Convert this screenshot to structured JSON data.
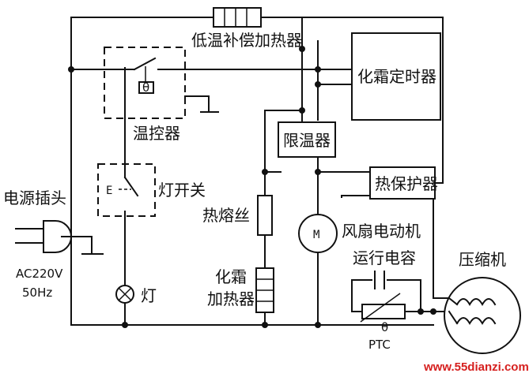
{
  "labels": {
    "low_temp_heater": "低温补偿加热器",
    "defrost_timer": "化霜定时器",
    "thermostat": "温控器",
    "temp_limiter": "限温器",
    "thermal_protector": "热保护器",
    "lamp_switch": "灯开关",
    "switch_mark": "E",
    "power_plug": "电源插头",
    "voltage": "AC220V",
    "frequency": "50Hz",
    "fuse": "热熔丝",
    "defrost_heater_line1": "化霜",
    "defrost_heater_line2": "加热器",
    "fan_motor": "风扇电动机",
    "motor_symbol": "M",
    "run_capacitor": "运行电容",
    "compressor": "压缩机",
    "ptc": "PTC",
    "lamp": "灯",
    "theta_1": "θ",
    "theta_2": "θ"
  },
  "watermark": "www.55dianzi.com",
  "colors": {
    "line": "#111111",
    "watermark": "#d6201f"
  }
}
